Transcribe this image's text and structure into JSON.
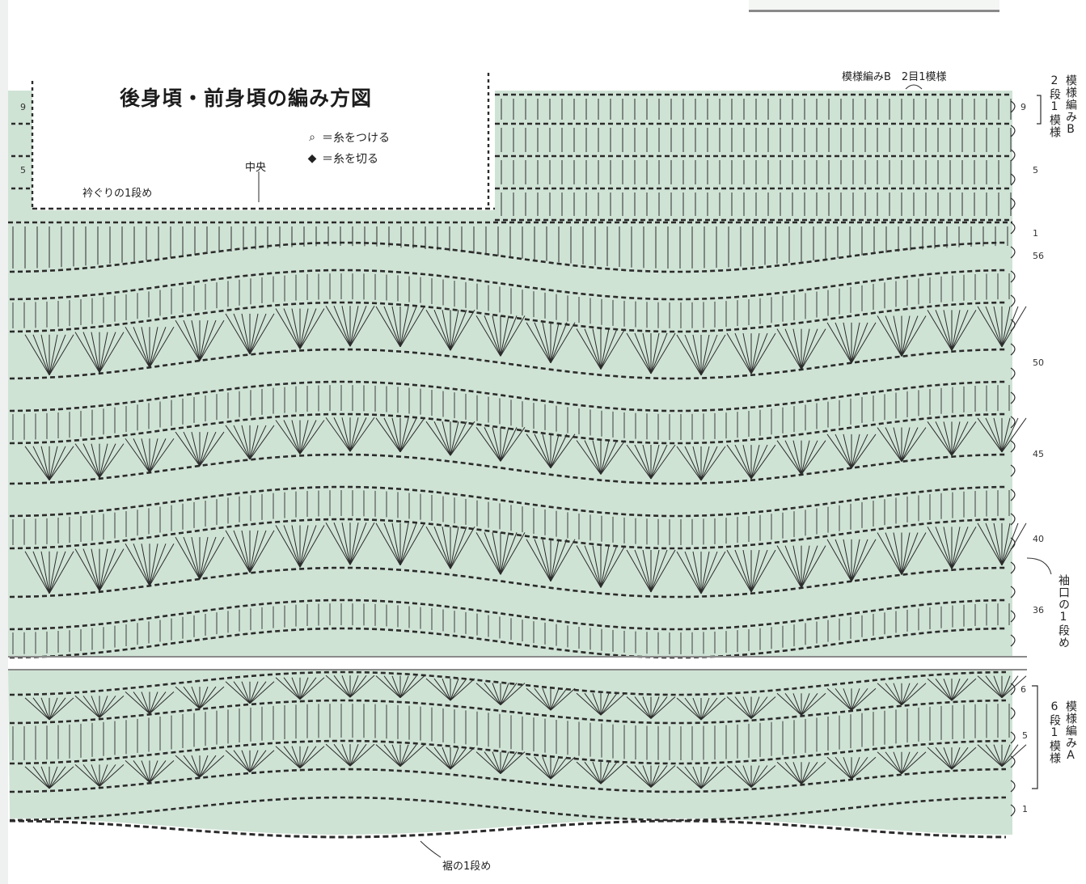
{
  "title": "後身頃・前身頃の編み方図",
  "legend": {
    "attach": {
      "symbol": "⌕",
      "label": "＝糸をつける"
    },
    "cut": {
      "symbol": "◆",
      "label": "＝糸を切る"
    }
  },
  "labels": {
    "center": "中央",
    "neckline_first_row": "衿ぐりの1段め",
    "pattern_b": "模様編みB　2目1模様",
    "armhole_first_row": "袖口の1段め",
    "hem_first_row": "裾の1段め"
  },
  "right_brackets": {
    "pattern_b_repeat": {
      "top": "模様編みB",
      "bottom": "2段1模様"
    },
    "pattern_a_repeat": {
      "top": "模様編みA",
      "bottom": "6段1模様"
    }
  },
  "row_numbers": {
    "top_right": [
      "9",
      "5",
      "1"
    ],
    "main": [
      "56",
      "50",
      "45",
      "40",
      "36"
    ],
    "bottom": [
      "6",
      "5",
      "1"
    ],
    "top_left": [
      "9",
      "5"
    ]
  },
  "colors": {
    "fabric": "#cfe3d5",
    "stitch": "#2b2b2b",
    "paper": "#ffffff"
  }
}
